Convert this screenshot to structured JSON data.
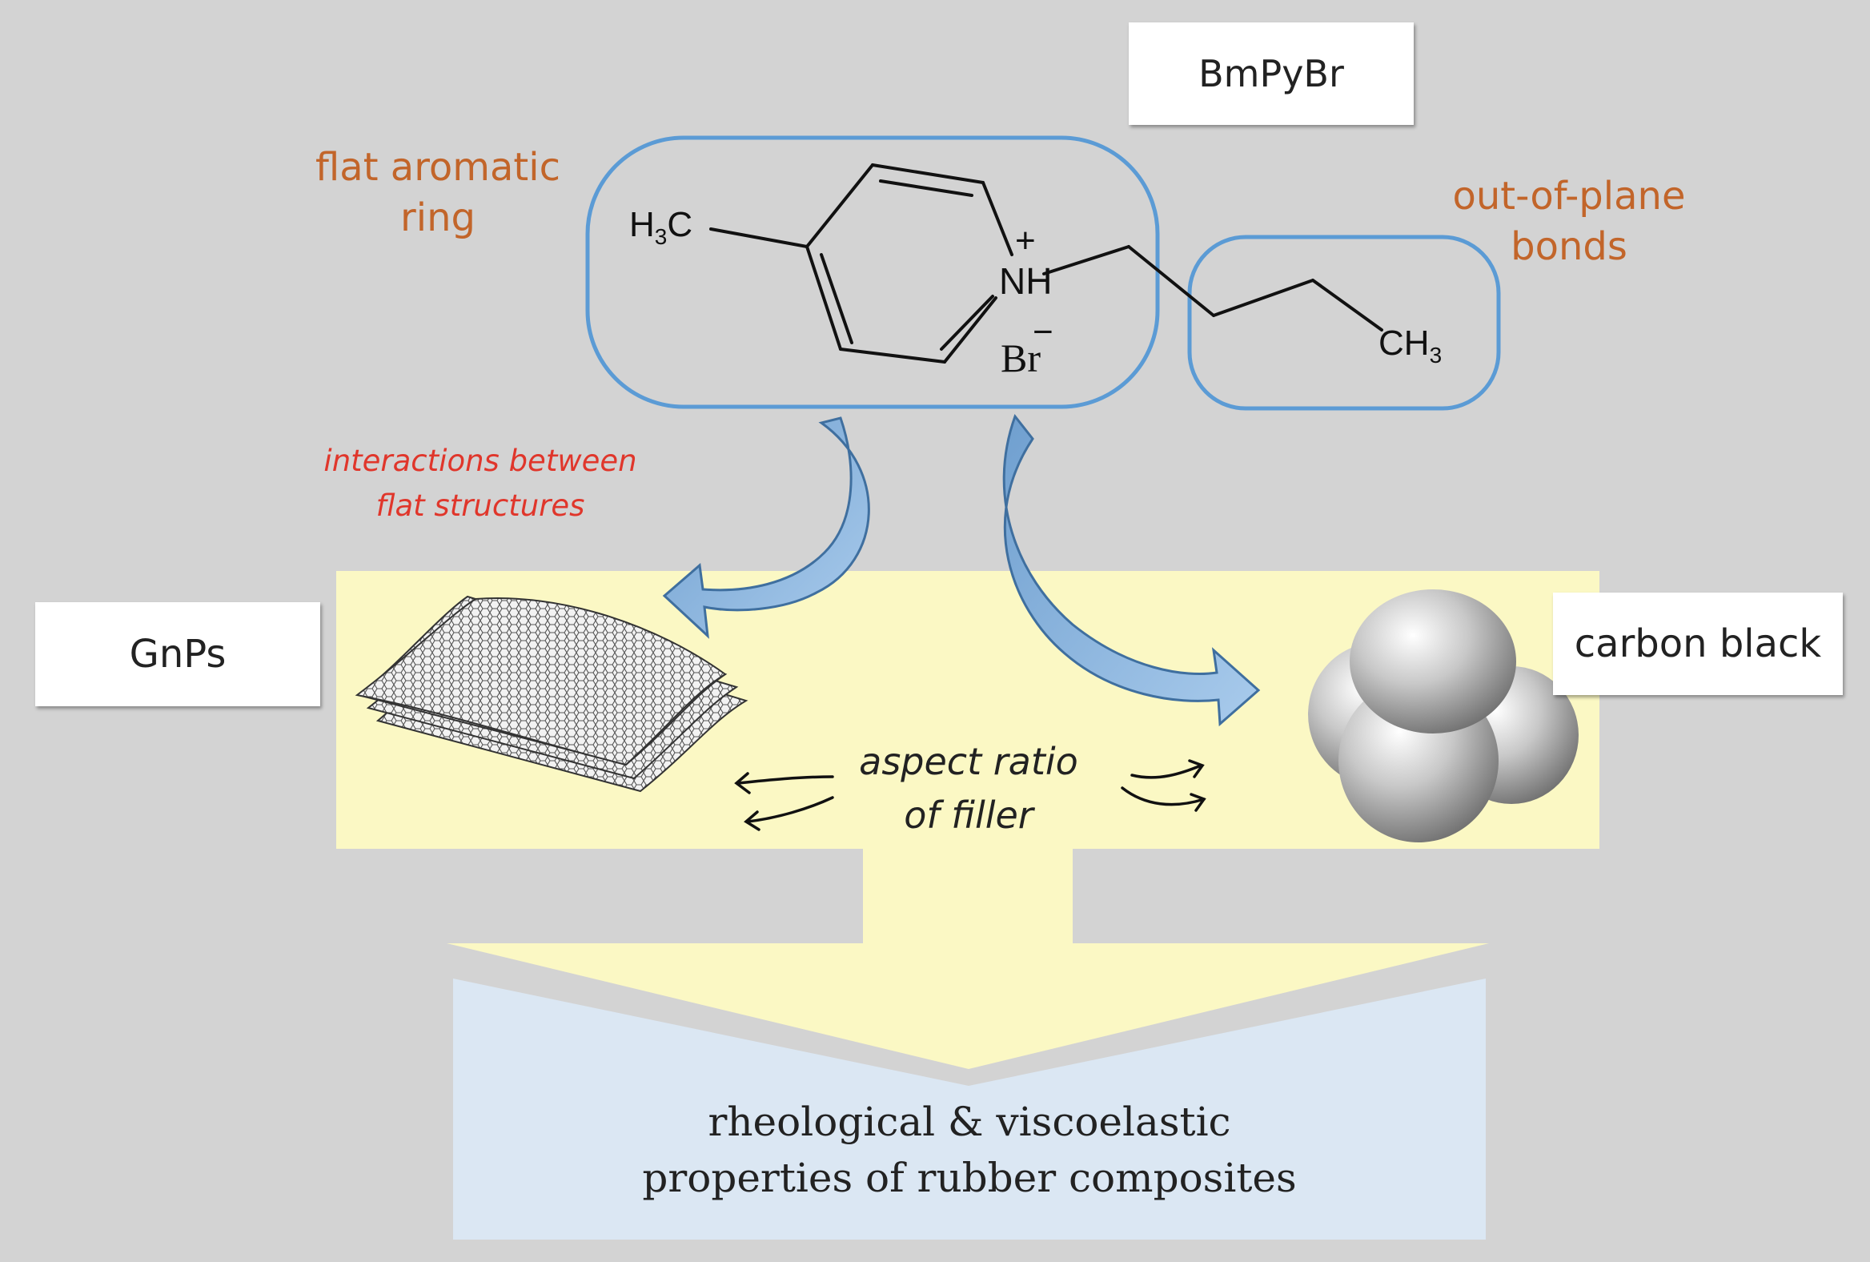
{
  "labels": {
    "molecule_name": "BmPyBr",
    "gnps": "GnPs",
    "carbon_black": "carbon black"
  },
  "annotations": {
    "flat_ring_1": "flat aromatic",
    "flat_ring_2": "ring",
    "out_of_plane_1": "out-of-plane",
    "out_of_plane_2": "bonds",
    "interactions_1": "interactions between",
    "interactions_2": "flat structures",
    "aspect_ratio_1": "aspect ratio",
    "aspect_ratio_2": "of filler"
  },
  "molecule": {
    "methyl_main": "H",
    "methyl_sub": "3",
    "methyl_tail": "C",
    "nitrogen": "NH",
    "plus": "+",
    "bromide": "Br",
    "minus": "−",
    "terminal_main": "CH",
    "terminal_sub": "3"
  },
  "result": {
    "line1": "rheological & viscoelastic",
    "line2": "properties of rubber composites"
  },
  "colors": {
    "background": "#d3d3d3",
    "filler_panel": "#fbf8c4",
    "result_box": "#dbe7f3",
    "outline_blue": "#5b9bd5",
    "arrow_blue": "#8ab4de",
    "orange_text": "#c2652a",
    "red_text": "#e0362b"
  }
}
